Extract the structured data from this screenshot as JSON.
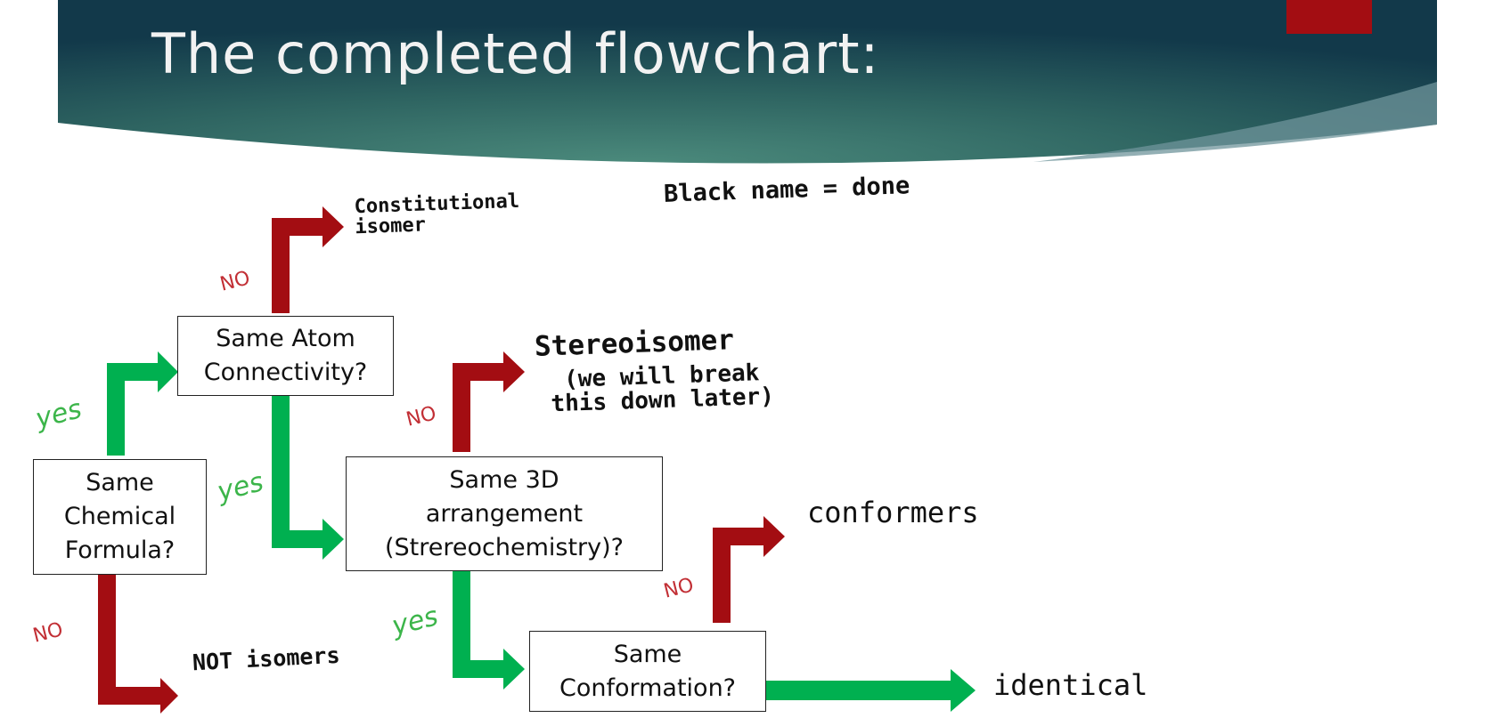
{
  "slide": {
    "title": "The completed flowchart:",
    "note": "Black name = done"
  },
  "colors": {
    "banner_dark": "#133b4a",
    "banner_mid": "#3b7a6f",
    "accent_square": "#a30d12",
    "no_arrow": "#a30d12",
    "yes_arrow": "#00b050",
    "no_label": "#c22f35",
    "yes_label": "#3cb54a"
  },
  "nodes": {
    "formula": "Same\nChemical\nFormula?",
    "connectivity": "Same Atom\nConnectivity?",
    "arrangement": "Same 3D\narrangement\n(Strereochemistry)?",
    "conformation": "Same\nConformation?"
  },
  "outcomes": {
    "constitutional": "Constitutional\n  isomer",
    "stereoisomer": "Stereoisomer",
    "stereo_note": "(we will break\nthis down later)",
    "conformers": "conformers",
    "not_isomers": "NOT isomers",
    "identical": "identical"
  },
  "labels": {
    "yes": "yes",
    "no": "NO"
  }
}
